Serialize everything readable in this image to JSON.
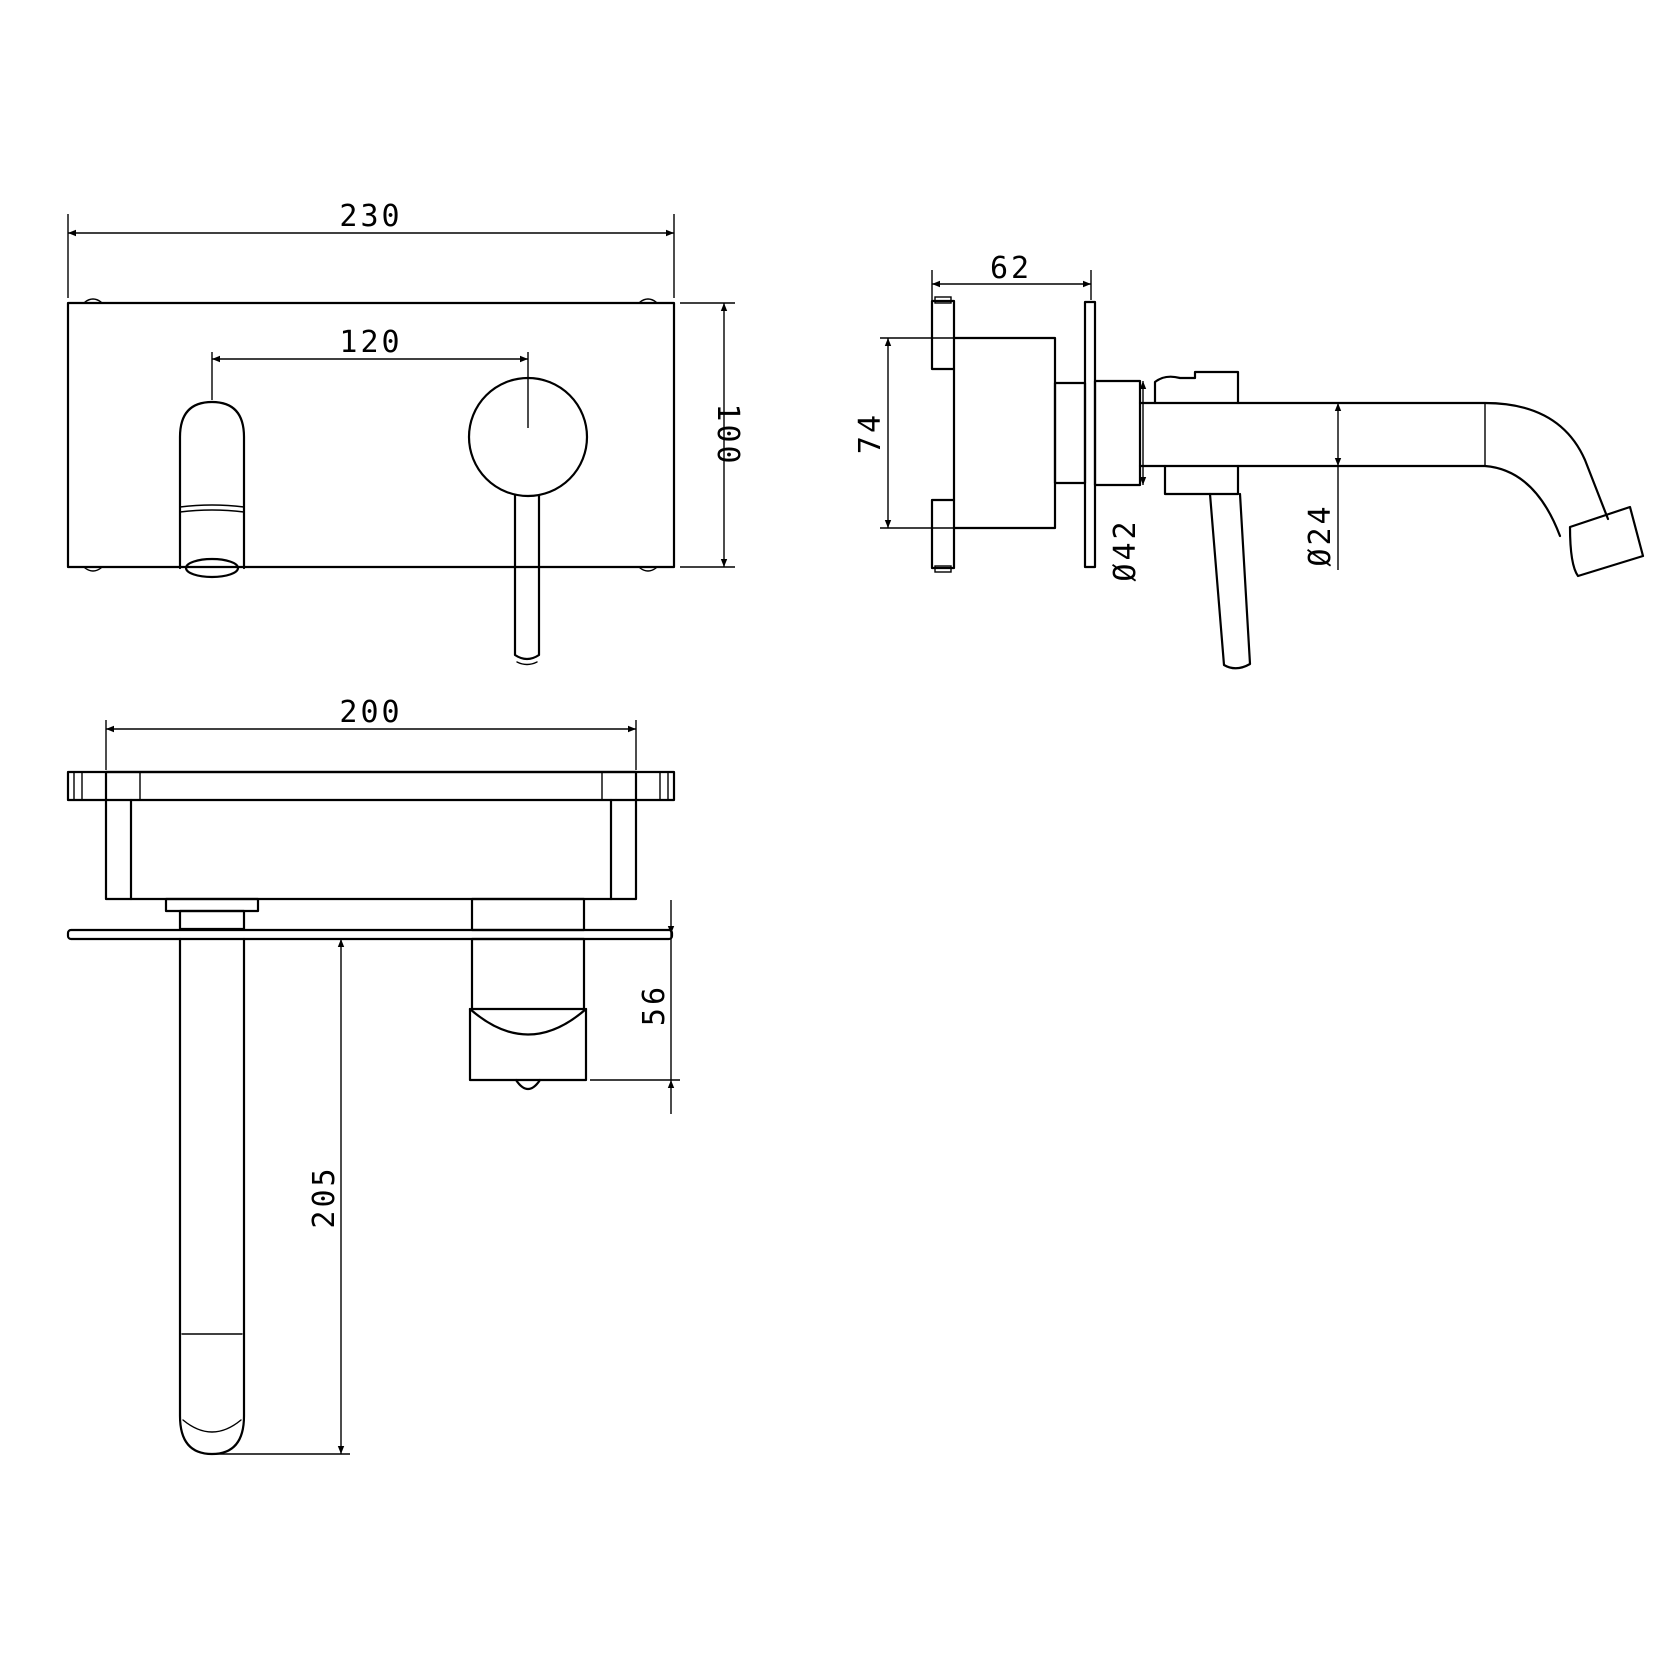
{
  "dimensions": {
    "front_width": "230",
    "front_height": "100",
    "spout_lever_spacing": "120",
    "side_depth": "62",
    "side_body_height": "74",
    "body_diameter": "Ø42",
    "spout_diameter": "Ø24",
    "top_width": "200",
    "lever_projection": "56",
    "spout_projection": "205"
  }
}
